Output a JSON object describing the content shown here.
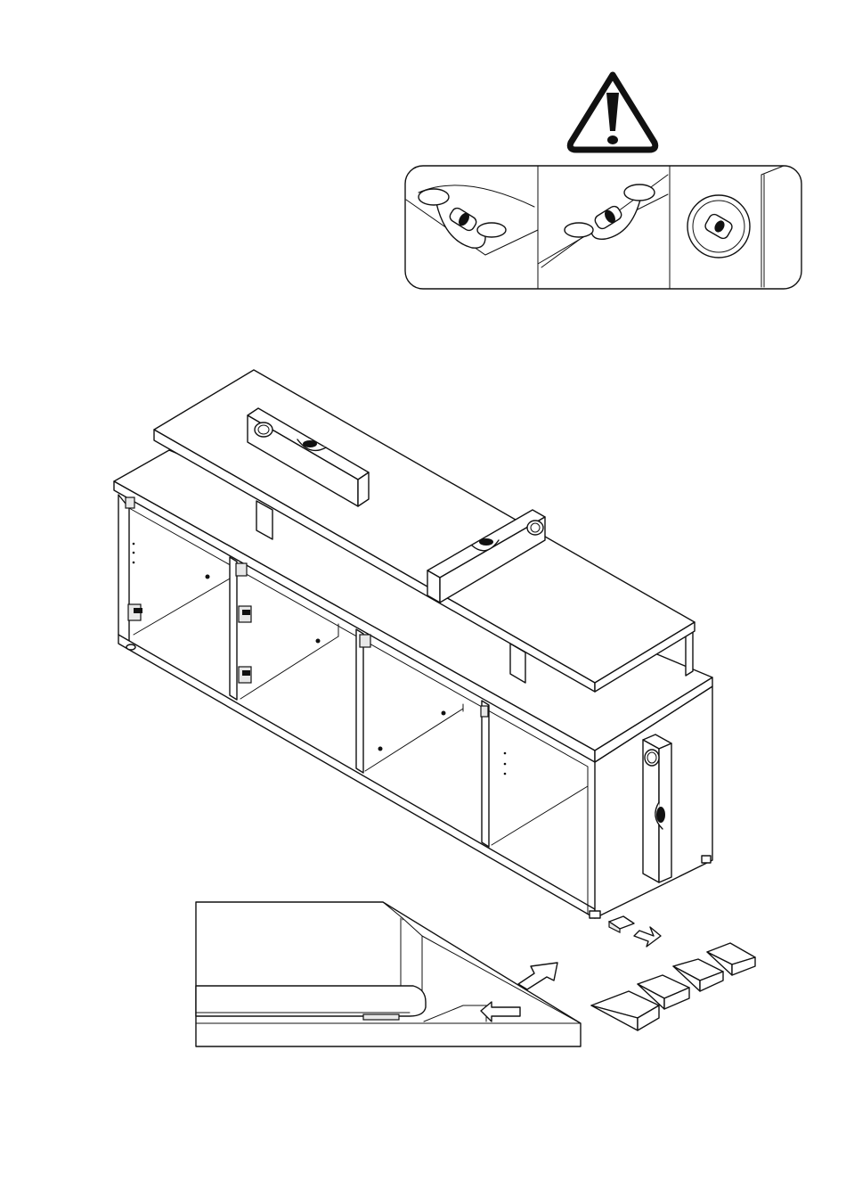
{
  "sheet": {
    "kind": "assembly-step-illustration",
    "icons": {
      "warning": "warning-triangle-icon",
      "level_tool": "spirit-level-icon",
      "push_arrow": "push-arrow-icon",
      "lift_arrow": "lift-arrow-icon"
    },
    "shims": {
      "count": 4
    },
    "level_detail_panels": {
      "count": 3
    },
    "colors": {
      "line": "#111111",
      "paper": "#ffffff"
    }
  }
}
